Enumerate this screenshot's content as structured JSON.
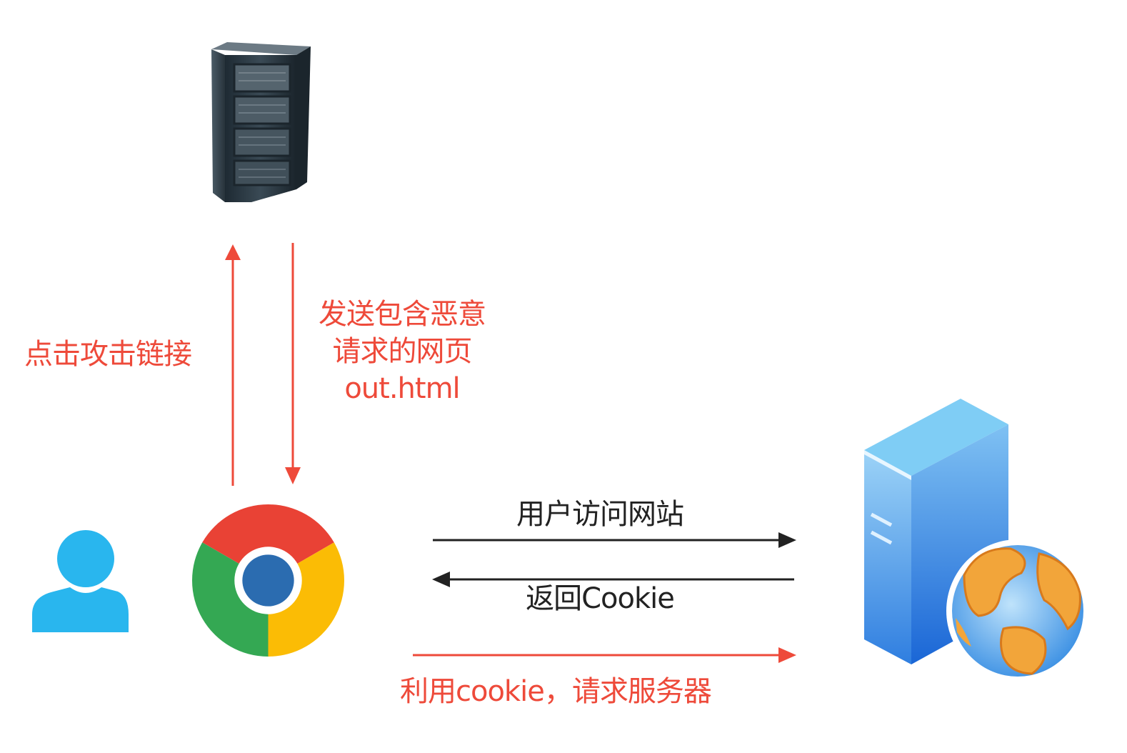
{
  "colors": {
    "attack_arrow": "#ee4a3a",
    "normal_arrow": "#222222",
    "user_icon": "#29b6ee",
    "chrome_red": "#e94235",
    "chrome_green": "#34a853",
    "chrome_yellow": "#fbbc05",
    "chrome_center": "#2b6cb0"
  },
  "icons": {
    "attacker_server": "server-rack-icon",
    "user": "user-icon",
    "browser": "chrome-browser-icon",
    "web_server": "web-server-globe-icon"
  },
  "labels": {
    "click_attack_link": "点击攻击链接",
    "send_malicious_line1": "发送包含恶意",
    "send_malicious_line2": "请求的网页",
    "send_malicious_line3": "out.html",
    "user_visit_site": "用户访问网站",
    "return_cookie": "返回Cookie",
    "use_cookie_request": "利用cookie，请求服务器"
  }
}
